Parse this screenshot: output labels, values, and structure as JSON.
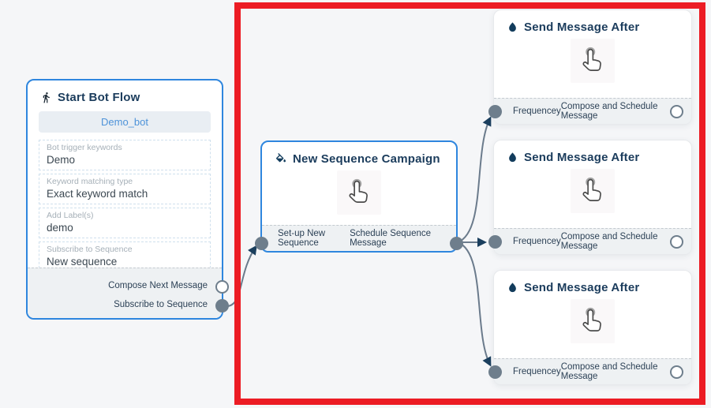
{
  "canvas": {
    "background": "#f5f6f8"
  },
  "icons": {
    "start": "walking-person-icon",
    "campaign": "paint-bucket-icon",
    "send": "water-drop-icon",
    "center": "tap-hand-icon"
  },
  "nodes": {
    "start_bot_flow": {
      "title": "Start Bot Flow",
      "bot_name": "Demo_bot",
      "fields": [
        {
          "label": "Bot trigger keywords",
          "value": "Demo"
        },
        {
          "label": "Keyword matching type",
          "value": "Exact keyword match"
        },
        {
          "label": "Add Label(s)",
          "value": "demo"
        },
        {
          "label": "Subscribe to Sequence",
          "value": "New sequence"
        }
      ],
      "outputs": [
        {
          "label": "Compose Next Message",
          "connected": false
        },
        {
          "label": "Subscribe to Sequence",
          "connected": true
        }
      ]
    },
    "new_sequence_campaign": {
      "title": "New Sequence Campaign",
      "ports": [
        {
          "label": "Set-up New Sequence"
        },
        {
          "label": "Schedule Sequence Message"
        }
      ]
    },
    "send_message_after": {
      "title": "Send Message After",
      "input_label": "Frequencey",
      "output_label": "Compose and Schedule Message",
      "instance_count": 3
    }
  },
  "edges": [
    {
      "from": "Start Bot Flow / Subscribe to Sequence",
      "to": "New Sequence Campaign / input"
    },
    {
      "from": "New Sequence Campaign / output",
      "to": "Send Message After 1 / Frequencey"
    },
    {
      "from": "New Sequence Campaign / output",
      "to": "Send Message After 2 / Frequencey"
    },
    {
      "from": "New Sequence Campaign / output",
      "to": "Send Message After 3 / Frequencey"
    }
  ],
  "colors": {
    "node_border_blue": "#2e86de",
    "title_text": "#1b3c5c",
    "connector": "#6b7b8c",
    "arrow": "#1b3f5e",
    "port": "#6e7e8c",
    "highlight": "#ec1c24"
  }
}
